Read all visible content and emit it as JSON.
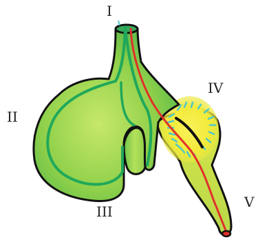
{
  "labels": {
    "I": "I",
    "II": "II",
    "III": "III",
    "IV": "IV",
    "V": "V"
  },
  "colors": {
    "outline": "#111111",
    "light_green": "#c8e86a",
    "mid_green": "#8fd04a",
    "dark_green": "#4fb64a",
    "vessel_green": "#20a85a",
    "vessel_red": "#e0302a",
    "yellow": "#f5ee3a",
    "cyan_marks": "#4fc8c8"
  }
}
